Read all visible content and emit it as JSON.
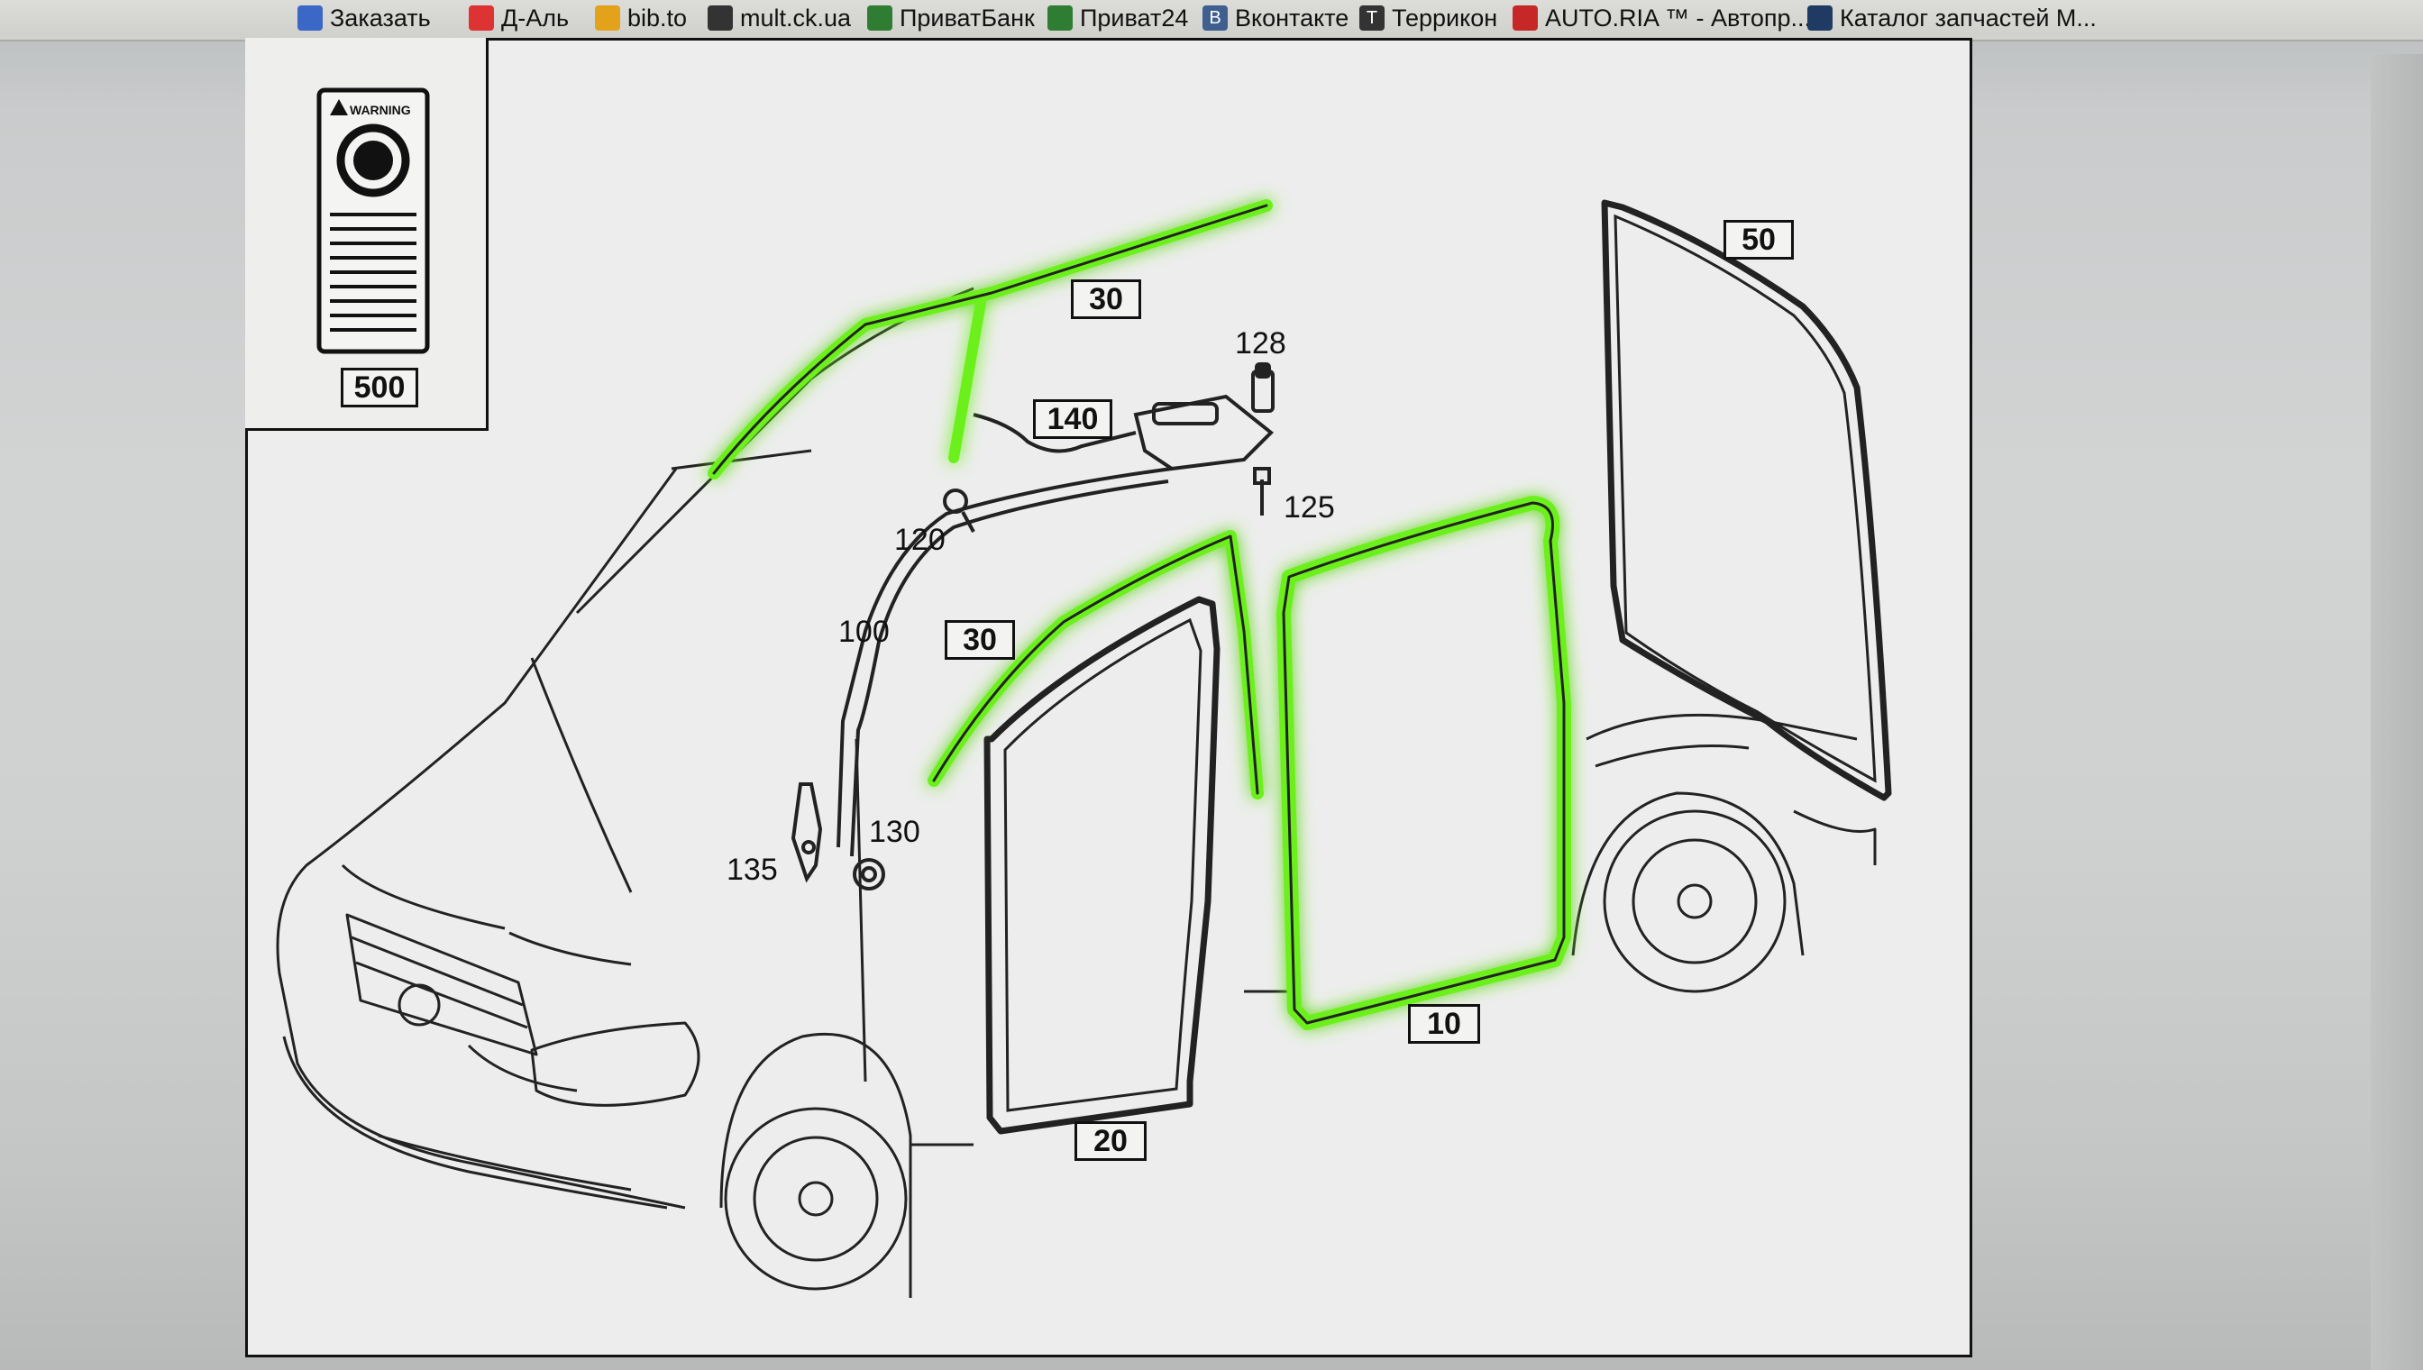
{
  "bookmarks": [
    {
      "label": "Заказать",
      "icon": "bookmark-icon",
      "color": "#3b67c7"
    },
    {
      "label": "Д-Аль",
      "icon": "bookmark-icon",
      "color": "#d33"
    },
    {
      "label": "bib.to",
      "icon": "bookmark-icon",
      "color": "#e2a21b"
    },
    {
      "label": "mult.ck.ua",
      "icon": "bookmark-icon",
      "color": "#333"
    },
    {
      "label": "ПриватБанк",
      "icon": "privatbank-icon",
      "color": "#2e7d32"
    },
    {
      "label": "Приват24",
      "icon": "privat24-icon",
      "color": "#2e7d32"
    },
    {
      "label": "Вконтакте",
      "icon": "vk-icon",
      "color": "#3f5f8f"
    },
    {
      "label": "Террикон",
      "icon": "terrikon-icon",
      "color": "#333"
    },
    {
      "label": "AUTO.RIA ™ - Автопр...",
      "icon": "autoria-icon",
      "color": "#c62828"
    },
    {
      "label": "Каталог запчастей М...",
      "icon": "catalog-icon",
      "color": "#1f3b63"
    }
  ],
  "diagram": {
    "inset": {
      "warning_text": "WARNING",
      "part_number": "500"
    },
    "callouts": {
      "c30_top": "30",
      "c140": "140",
      "c50": "50",
      "c30_mid": "30",
      "c10": "10",
      "c20": "20"
    },
    "labels": {
      "l128": "128",
      "l125": "125",
      "l120": "120",
      "l100": "100",
      "l130": "130",
      "l135": "135"
    },
    "highlight_color": "#6cf01a"
  }
}
